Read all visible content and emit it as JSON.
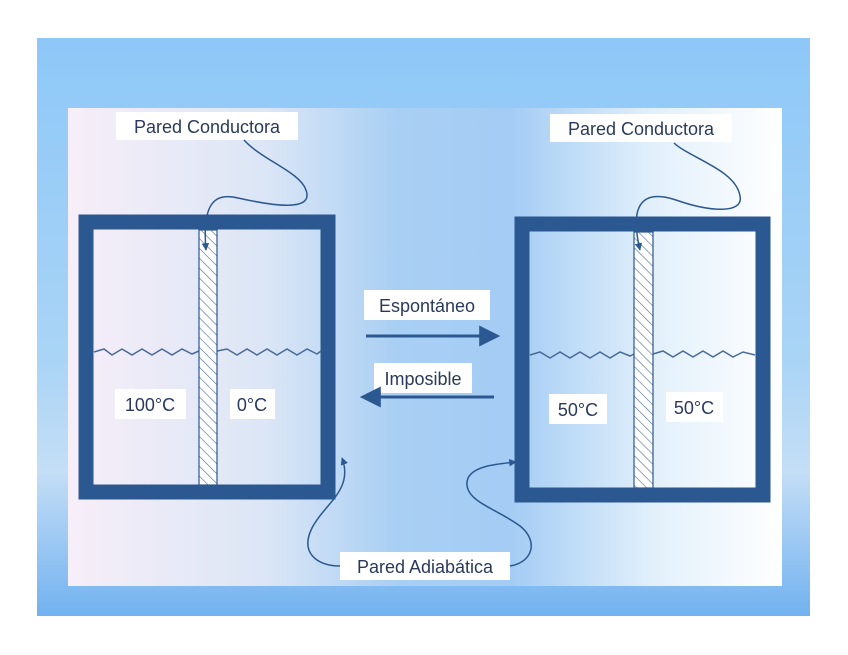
{
  "labels": {
    "conductor_wall_left": "Pared Conductora",
    "conductor_wall_right": "Pared Conductora",
    "adiabatic_wall": "Pared Adiabática",
    "spontaneous": "Espontáneo",
    "impossible": "Imposible"
  },
  "left_container": {
    "temp_left": "100°C",
    "temp_right": "0°C"
  },
  "right_container": {
    "temp_left": "50°C",
    "temp_right": "50°C"
  },
  "colors": {
    "frame_blue": "#2c5891",
    "outer_top": "#7fbdf5",
    "outer_bottom": "#6fb0f0",
    "panel_pink": "#f6eef8",
    "panel_mid": "#b8d8f4",
    "panel_right": "#ffffff"
  }
}
